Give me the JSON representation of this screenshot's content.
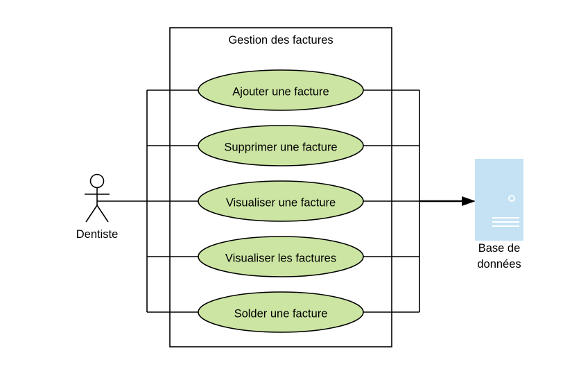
{
  "diagram": {
    "system_title": "Gestion des factures",
    "actor_label": "Dentiste",
    "database_label_line1": "Base de",
    "database_label_line2": "données",
    "use_cases": [
      {
        "label": "Ajouter une facture"
      },
      {
        "label": "Supprimer une facture"
      },
      {
        "label": "Visualiser une facture"
      },
      {
        "label": "Visualiser les factures"
      },
      {
        "label": "Solder une facture"
      }
    ]
  },
  "colors": {
    "use_case_fill": "#cce5a3",
    "use_case_stroke": "#000000",
    "database_fill": "#c5e2f5",
    "database_detail": "#ffffff",
    "line": "#000000"
  }
}
